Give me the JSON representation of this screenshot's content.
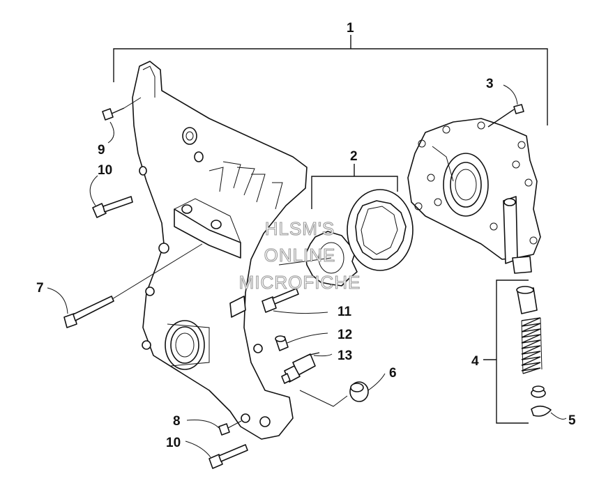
{
  "callouts": [
    {
      "id": "1",
      "text": "1"
    },
    {
      "id": "2",
      "text": "2"
    },
    {
      "id": "3",
      "text": "3"
    },
    {
      "id": "4",
      "text": "4"
    },
    {
      "id": "5",
      "text": "5"
    },
    {
      "id": "6",
      "text": "6"
    },
    {
      "id": "7",
      "text": "7"
    },
    {
      "id": "8",
      "text": "8"
    },
    {
      "id": "9",
      "text": "9"
    },
    {
      "id": "10a",
      "text": "10"
    },
    {
      "id": "10b",
      "text": "10"
    },
    {
      "id": "11",
      "text": "11"
    },
    {
      "id": "12",
      "text": "12"
    },
    {
      "id": "13",
      "text": "13"
    }
  ],
  "watermark": {
    "line1": "HLSM'S",
    "line2": "ONLINE",
    "line3": "MICROFICHE"
  }
}
